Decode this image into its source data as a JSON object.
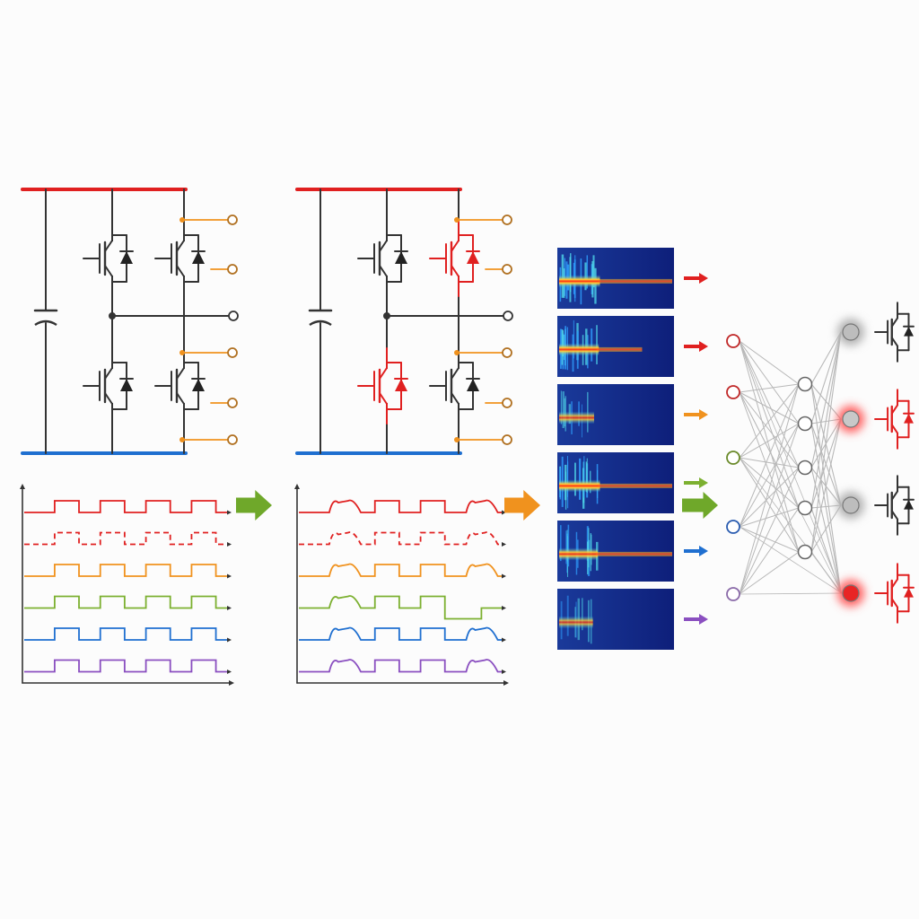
{
  "colors": {
    "background": "#fcfcfc",
    "wire": "#333333",
    "fault": "#e02020",
    "dc_positive": "#e02020",
    "dc_negative": "#1f6fd0",
    "gate_terminal": "#f0921e",
    "neuron_gray": "#bdbdbd",
    "neuron_fault": "#e82525",
    "link": "#b8b8b8"
  },
  "circuits": [
    {
      "id": "healthy",
      "faulty_switches": []
    },
    {
      "id": "faulty",
      "faulty_switches": [
        "upper-right",
        "lower-left"
      ]
    }
  ],
  "signal_traces": {
    "channels": [
      {
        "color": "#e02020",
        "dashed": false
      },
      {
        "color": "#e02020",
        "dashed": true
      },
      {
        "color": "#f0921e",
        "dashed": false
      },
      {
        "color": "#7cb030",
        "dashed": false
      },
      {
        "color": "#1f6fd0",
        "dashed": false
      },
      {
        "color": "#8a4fc0",
        "dashed": false
      }
    ],
    "pulse_count": 4
  },
  "stage_arrows": [
    {
      "id": "to-faulty-signals",
      "color": "#6fa82a"
    },
    {
      "id": "to-spectrograms",
      "color": "#f0921e"
    }
  ],
  "spectrograms": [
    {
      "intensity": 1.0,
      "tail": 1.0,
      "arrow_color": "#e02020"
    },
    {
      "intensity": 0.9,
      "tail": 0.6,
      "arrow_color": "#e02020"
    },
    {
      "intensity": 0.5,
      "tail": 0.0,
      "arrow_color": "#f0921e"
    },
    {
      "intensity": 1.0,
      "tail": 1.0,
      "arrow_color": "#7cb030"
    },
    {
      "intensity": 0.8,
      "tail": 1.0,
      "arrow_color": "#1f6fd0"
    },
    {
      "intensity": 0.4,
      "tail": 0.0,
      "arrow_color": "#8a4fc0"
    }
  ],
  "network": {
    "input_layer": [
      "#c02828",
      "#c02828",
      "#6a8a2a",
      "#2a5cb0",
      "#8a6aa8"
    ],
    "hidden_layer_count": 5,
    "outputs": [
      {
        "state": "healthy",
        "level": 0.25
      },
      {
        "state": "fault",
        "level": 0.55
      },
      {
        "state": "healthy",
        "level": 0.25
      },
      {
        "state": "fault",
        "level": 1.0
      }
    ]
  }
}
